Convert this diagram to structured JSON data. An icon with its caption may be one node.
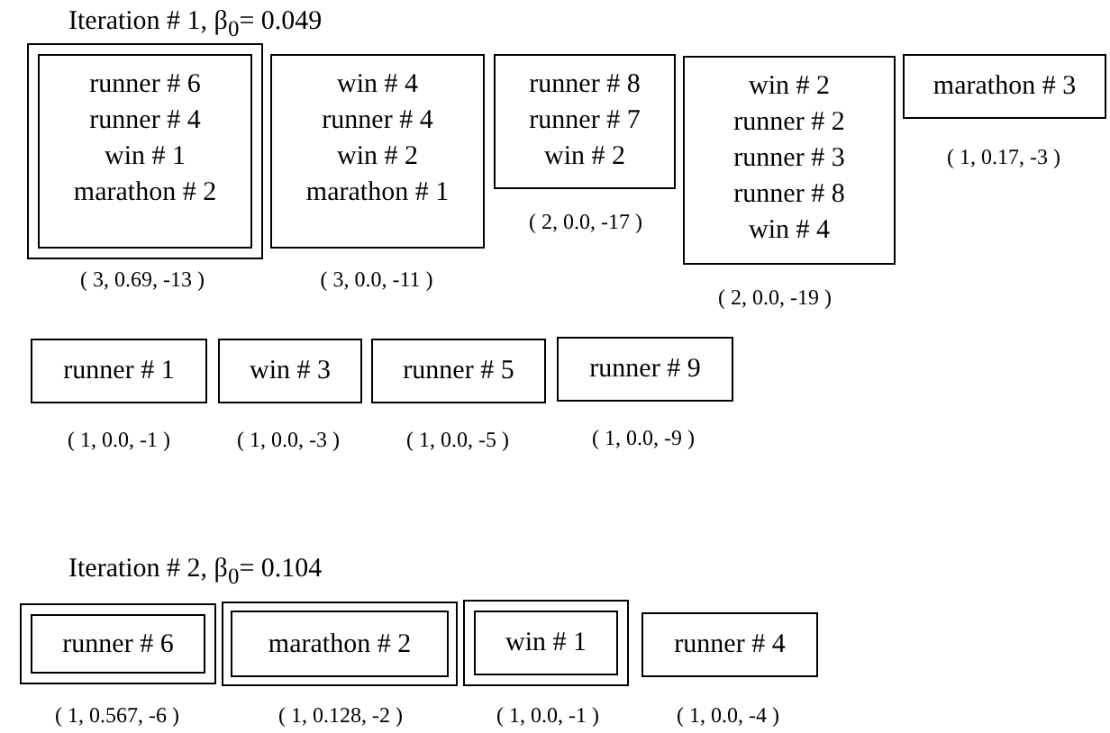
{
  "diagram": {
    "nodes": [
      {
        "text": [],
        "shape": "box",
        "beside": [
          "( 3, 0.69, -13 )"
        ]
      },
      {
        "text": [
          "runner # 6",
          "runner # 4",
          "win # 1",
          "marathon # 2"
        ],
        "in": 0
      },
      {
        "text": [
          "win # 4",
          "runner # 4",
          "win # 2",
          "marathon # 1"
        ],
        "beside": [
          "( 3, 0.0, -11 )"
        ]
      },
      {
        "text": [
          "runner # 8",
          "runner # 7",
          "win # 2"
        ],
        "beside": [
          "( 2, 0.0, -17 )"
        ]
      },
      {
        "text": [
          "win # 2",
          "runner # 2",
          "runner # 3",
          "runner # 8",
          "win # 4"
        ],
        "beside": [
          "( 2, 0.0, -19 )"
        ]
      },
      {
        "text": [
          "marathon # 3"
        ],
        "beside": [
          "( 1, 0.17, -3 )"
        ]
      },
      {
        "text": [
          "runner # 1"
        ],
        "beside": [
          "( 1, 0.0, -1 )"
        ]
      },
      {
        "text": [
          "win # 3"
        ],
        "beside": [
          "( 1, 0.0, -3 )"
        ]
      },
      {
        "text": [
          "runner # 5"
        ],
        "beside": [
          "( 1, 0.0, -5 )"
        ]
      },
      {
        "text": [
          "runner # 9"
        ],
        "beside": [
          "( 1, 0.0, -9 )"
        ]
      },
      {
        "text": [],
        "shape": "box",
        "beside": [
          "( 1, 0.567, -6 )"
        ]
      },
      {
        "text": [
          "runner # 6"
        ],
        "in": 10
      },
      {
        "text": [],
        "shape": "box",
        "beside": [
          "( 1, 0.128, -2 )"
        ]
      },
      {
        "text": [
          "marathon # 2"
        ],
        "in": 12
      },
      {
        "text": [],
        "shape": "box",
        "beside": [
          "( 1, 0.0, -1 )"
        ]
      },
      {
        "text": [
          "win # 1"
        ],
        "in": 14
      },
      {
        "text": [
          "runner # 4"
        ],
        "beside": [
          "( 1, 0.0, -4 )"
        ]
      }
    ],
    "labels": [
      "Iteration # 1, β$_{0}$= 0.049",
      "Iteration # 2, β$_{0}$= 0.104"
    ]
  }
}
